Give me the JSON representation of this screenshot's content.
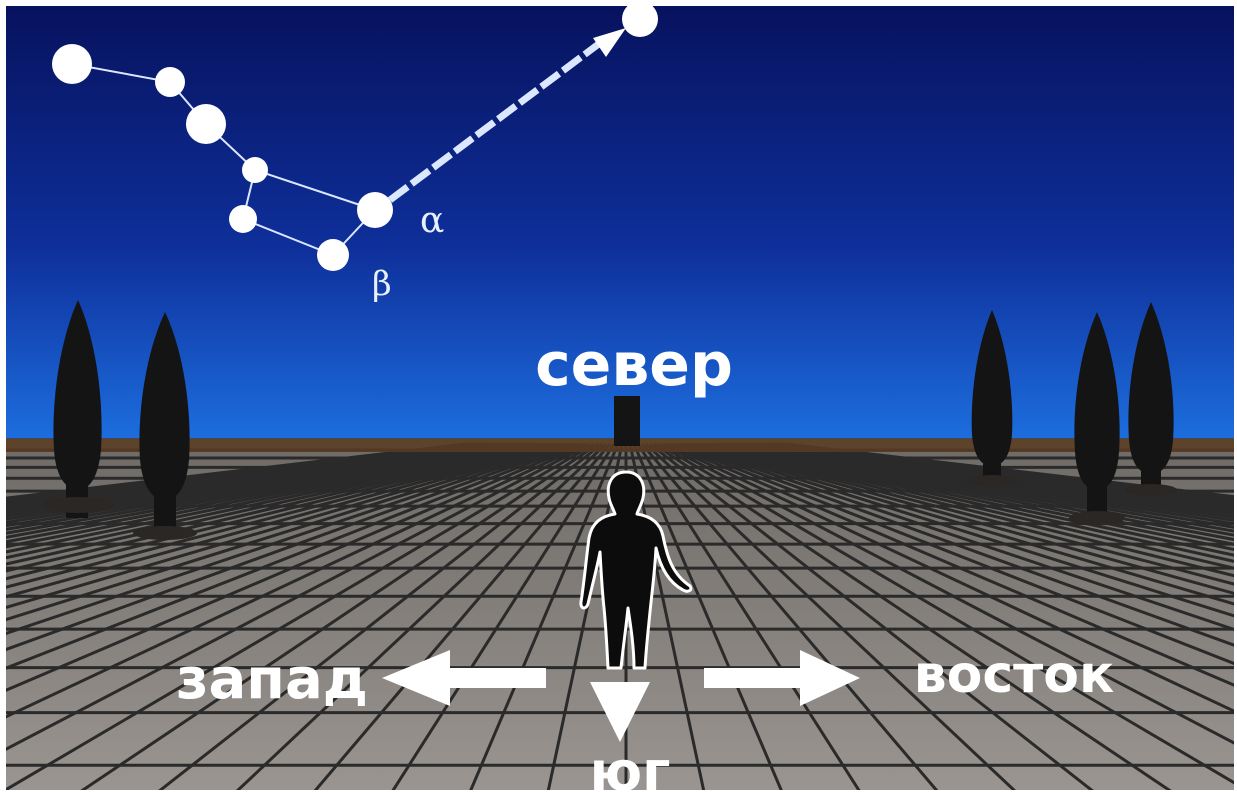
{
  "labels": {
    "north": "север",
    "south": "юг",
    "west": "запад",
    "east": "восток",
    "alpha": "α",
    "beta": "β"
  },
  "colors": {
    "sky_top": "#07125e",
    "sky_bottom": "#1a66d8",
    "ground_tile": "#8f8a86",
    "ground_line": "#2b2a2a",
    "horizon": "#5a3c22",
    "star": "#ffffff",
    "tree": "#141414",
    "figure": "#0c0c0c",
    "text": "#ffffff"
  },
  "icons": [
    "star-icon",
    "pointer-arrow-icon",
    "tree-icon",
    "person-icon",
    "direction-arrow-icon"
  ]
}
